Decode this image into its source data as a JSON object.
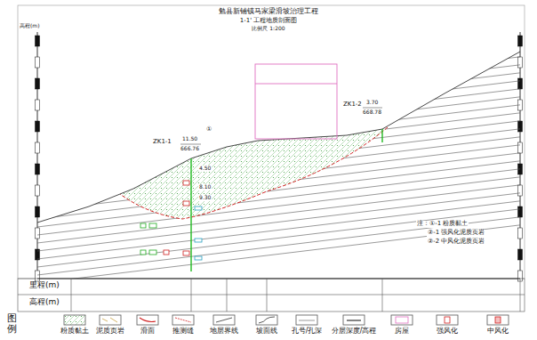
{
  "diagram": {
    "title": "勉县新铺镇马家梁滑坡治理工程",
    "labels": [
      "1-1' 工程地质剖面图",
      "比例尺 1:200",
      "高程(m)",
      "ZK1-1",
      "11.50",
      "666.76",
      "ZK1-2",
      "3.70",
      "668.78",
      "①",
      "4.50",
      "8.10",
      "9.30",
      "注：①-1 粉质黏土",
      "②-1 强风化泥质页岩",
      "②-2 中风化泥质页岩",
      "里程(m)",
      "高程(m)",
      "图例"
    ],
    "legend": [
      {
        "text": "粉质黏土"
      },
      {
        "text": "泥质页岩"
      },
      {
        "text": "滑面"
      },
      {
        "text": "推测缝"
      },
      {
        "text": "地层界线"
      },
      {
        "text": "坡面线"
      },
      {
        "text": "孔号/孔深"
      },
      {
        "text": "分层深度/高程"
      },
      {
        "text": "房屋"
      },
      {
        "text": "强风化"
      },
      {
        "text": "中风化"
      }
    ]
  }
}
